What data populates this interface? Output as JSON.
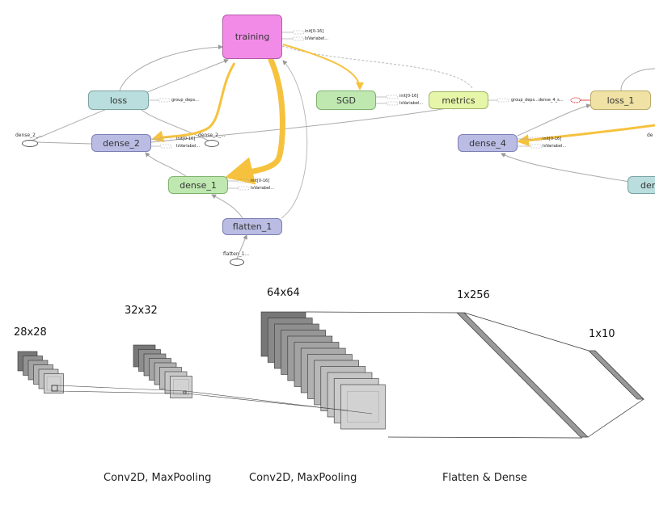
{
  "graph": {
    "nodes": {
      "training": "training",
      "loss": "loss",
      "sgd": "SGD",
      "metrics": "metrics",
      "loss_1": "loss_1",
      "dense_2": "dense_2",
      "dense_4": "dense_4",
      "dense_1": "dense_1",
      "flatten_1": "flatten_1",
      "dense_partial": "den"
    },
    "side_labels": {
      "init": "init[0-16]",
      "is_variable": "IsVariabel...",
      "group_deps": "group_deps...",
      "group_deps_dense": "group_deps...dense_4_s...",
      "dense_2_input_left": "dense_2_...",
      "dense_2_input_right": "dense_2_...",
      "flatten_input": "flatten_1...",
      "de_partial": "de"
    }
  },
  "cnn": {
    "dims": {
      "d28": "28x28",
      "d32": "32x32",
      "d64": "64x64",
      "d256": "1x256",
      "d10": "1x10"
    },
    "captions": {
      "c1": "Conv2D, MaxPooling",
      "c2": "Conv2D, MaxPooling",
      "c3": "Flatten & Dense"
    }
  }
}
